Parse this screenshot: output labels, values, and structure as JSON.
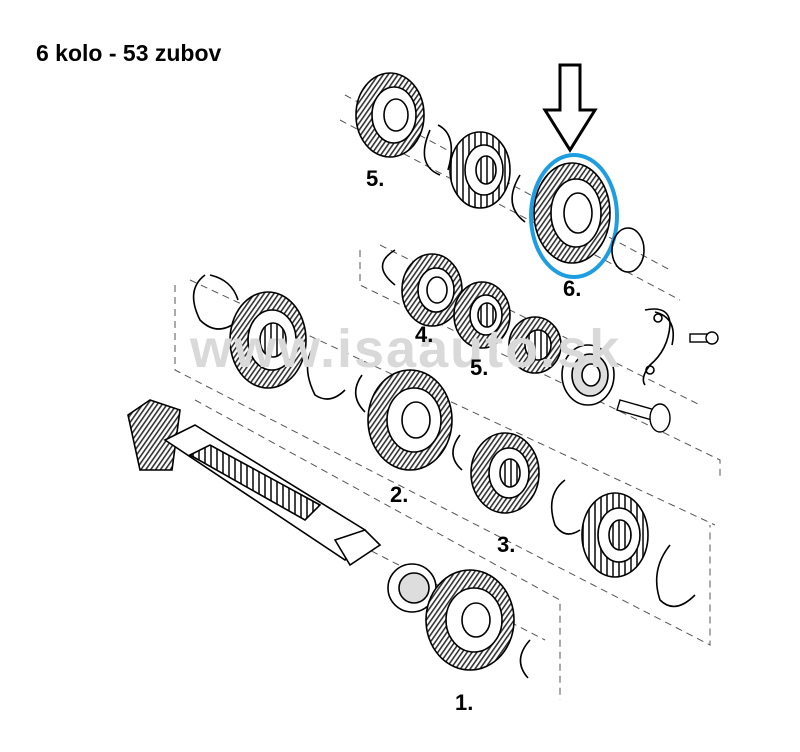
{
  "title": "6 kolo - 53 zubov",
  "watermark": "www.isaauto.sk",
  "labels": {
    "gear_5_top": "5.",
    "gear_6": "6.",
    "gear_4": "4.",
    "gear_5_mid": "5.",
    "gear_2": "2.",
    "gear_3": "3.",
    "gear_1": "1."
  },
  "colors": {
    "highlight": "#1e9ee0",
    "line": "#000000",
    "watermark": "#d9d9d9"
  },
  "icons": {
    "pointer": "arrow-down-icon"
  }
}
